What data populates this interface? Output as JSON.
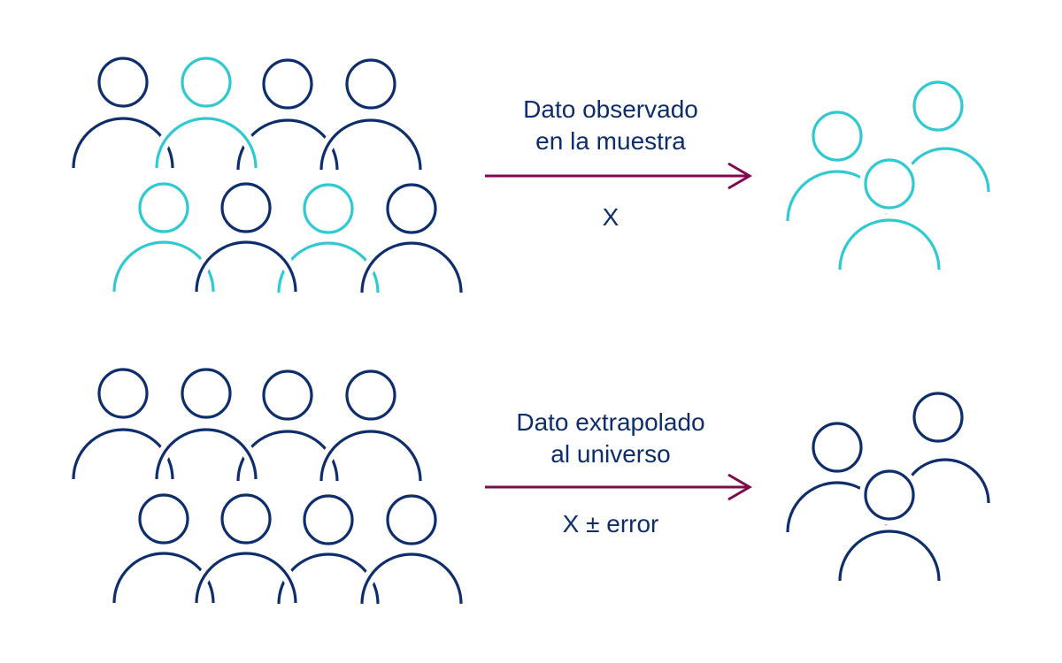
{
  "colors": {
    "navy": "#0d2d6c",
    "cyan": "#2ec9d1",
    "arrow": "#7d0a4f"
  },
  "sections": [
    {
      "label_line1": "Dato observado",
      "label_line2": "en la muestra",
      "value": "X",
      "population_colors": [
        "navy",
        "cyan",
        "navy",
        "navy",
        "cyan",
        "navy",
        "cyan",
        "navy"
      ],
      "sample_colors": [
        "cyan",
        "cyan",
        "cyan"
      ]
    },
    {
      "label_line1": "Dato extrapolado",
      "label_line2": "al universo",
      "value": "X ± error",
      "population_colors": [
        "navy",
        "navy",
        "navy",
        "navy",
        "navy",
        "navy",
        "navy",
        "navy"
      ],
      "sample_colors": [
        "navy",
        "navy",
        "navy"
      ]
    }
  ]
}
